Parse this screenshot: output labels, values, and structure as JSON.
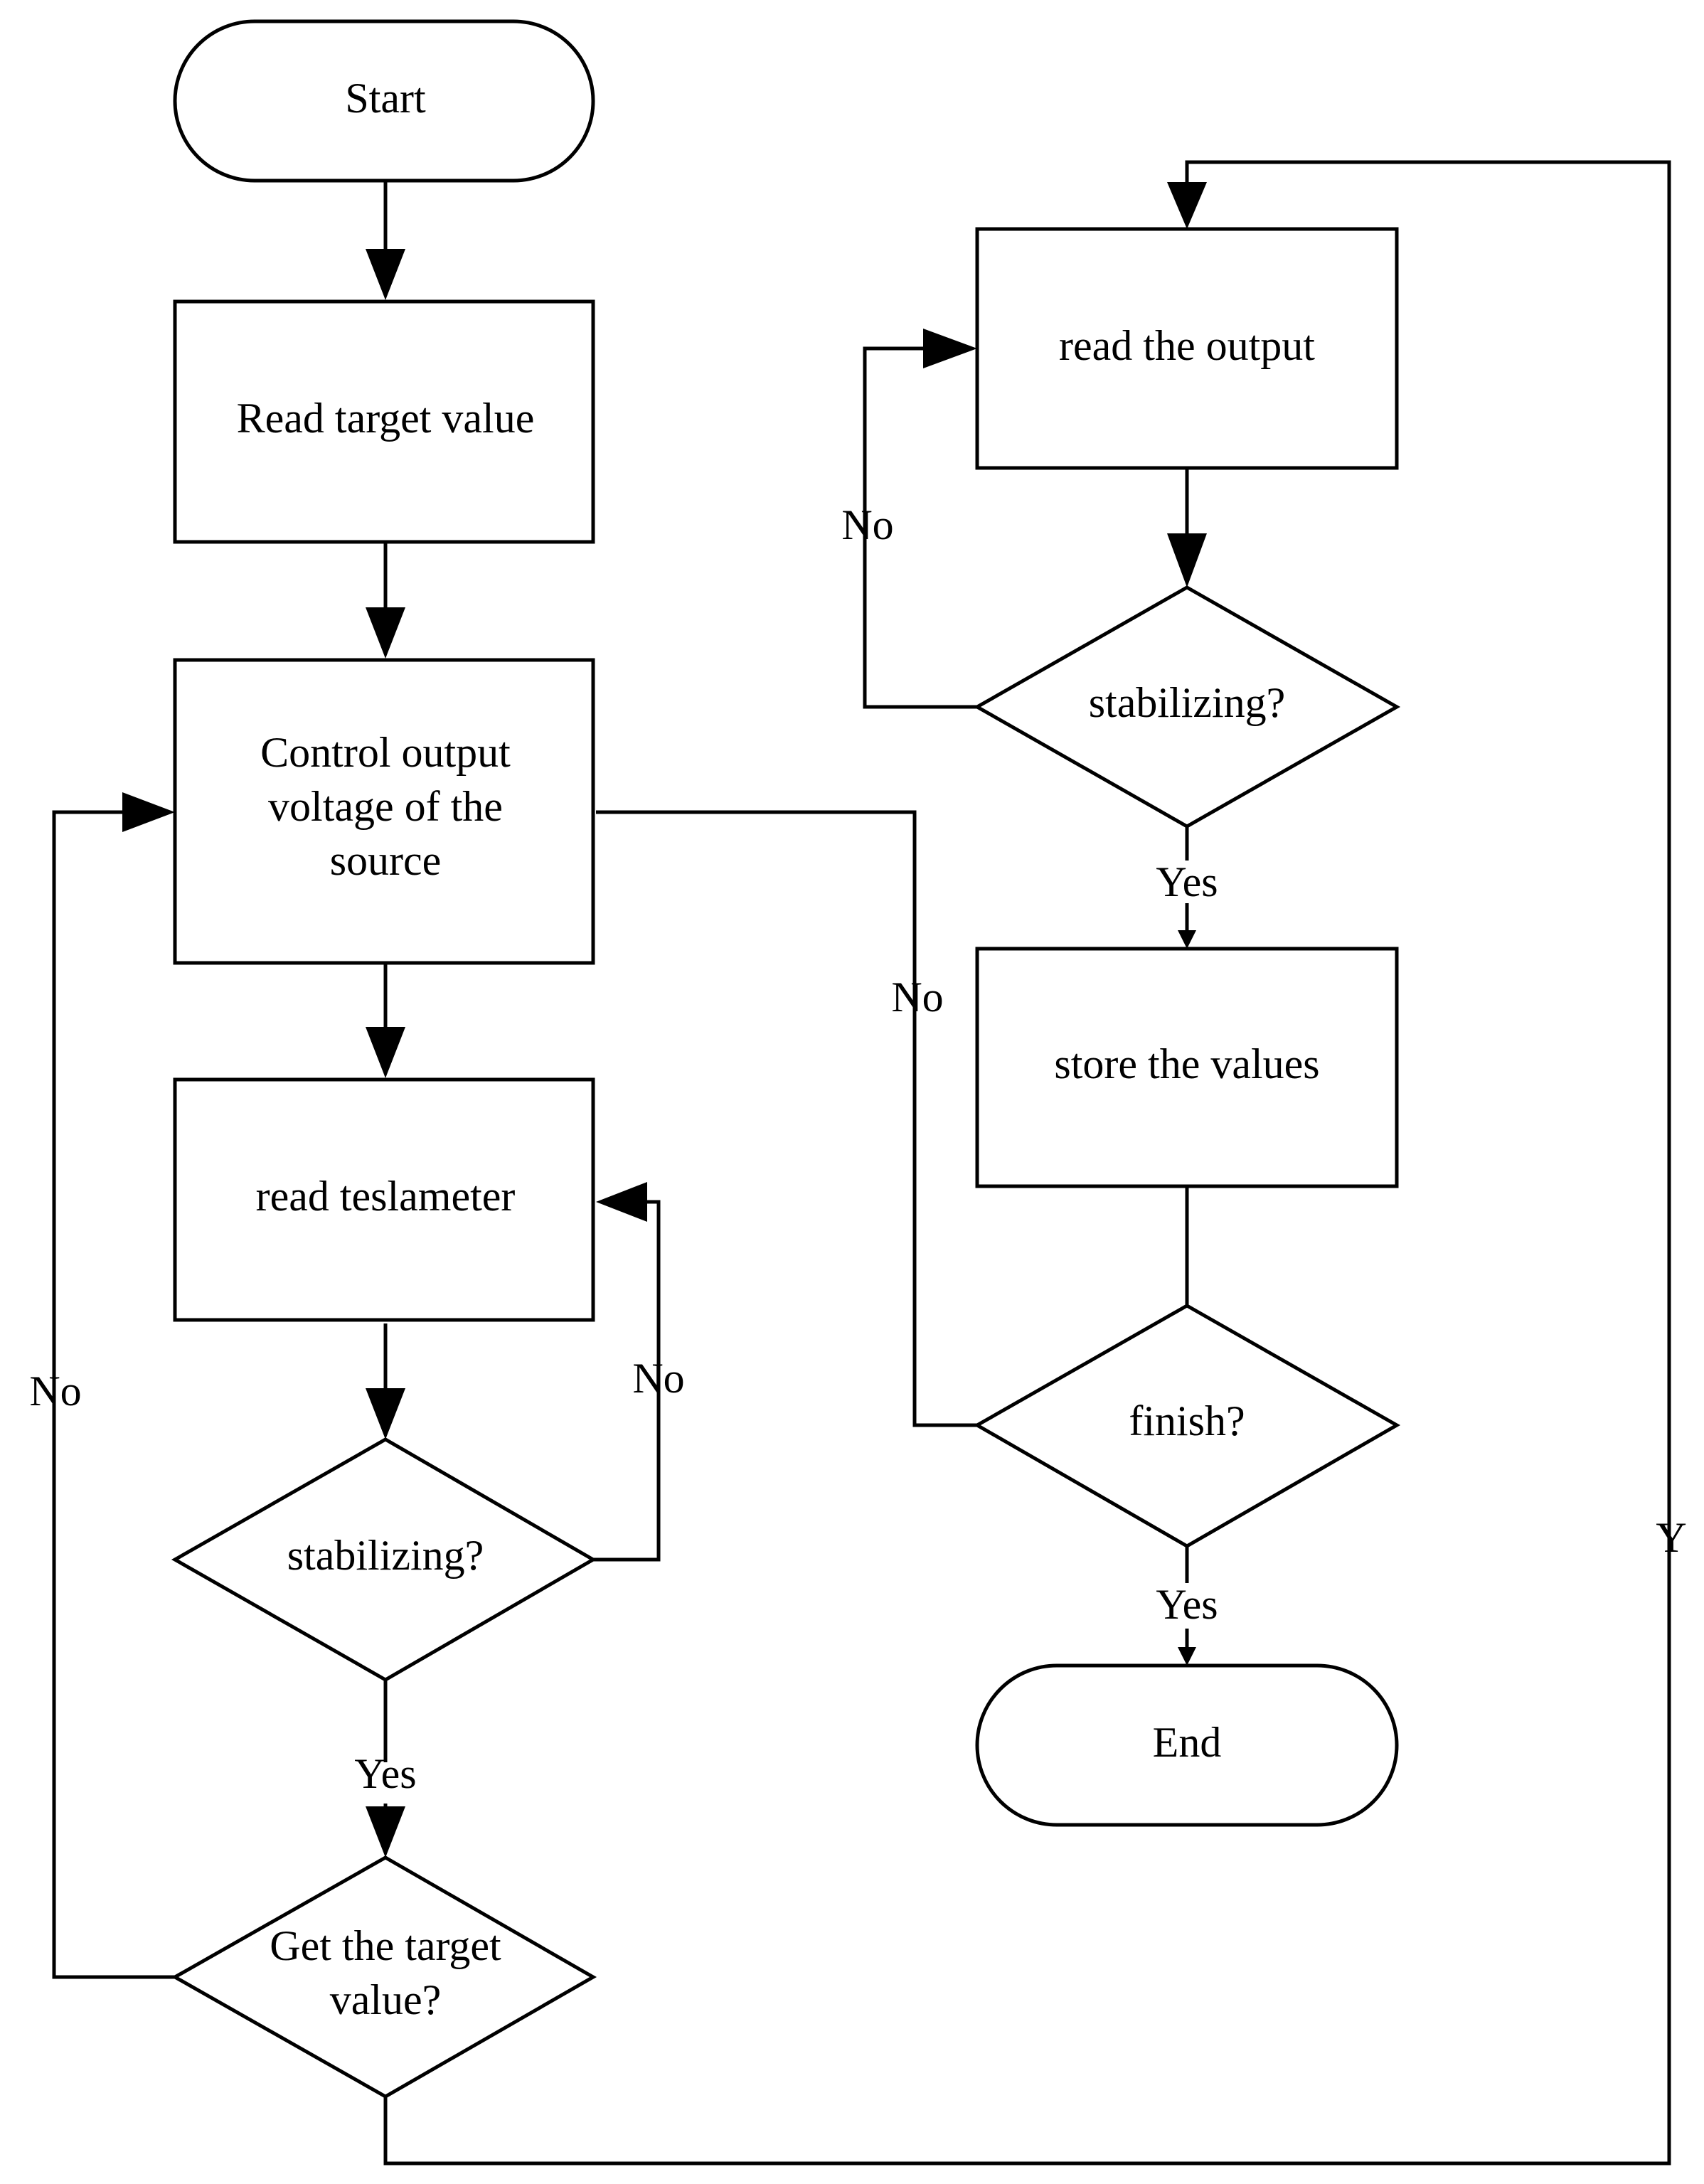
{
  "nodes": {
    "start": "Start",
    "read_target": "Read target value",
    "control_output": [
      "Control output",
      "voltage of the",
      "source"
    ],
    "read_teslameter": "read teslameter",
    "stabilizing_left": "stabilizing?",
    "get_target": [
      "Get the target",
      "value?"
    ],
    "read_output": "read the output",
    "stabilizing_right": "stabilizing?",
    "store_values": "store the values",
    "finish": "finish?",
    "end": "End"
  },
  "labels": {
    "no_get_target": "No",
    "no_stabilizing_left": "No",
    "yes_stabilizing_left": "Yes",
    "y_get_target": "Y",
    "no_stabilizing_right": "No",
    "yes_stabilizing_right": "Yes",
    "no_finish": "No",
    "yes_finish": "Yes"
  }
}
